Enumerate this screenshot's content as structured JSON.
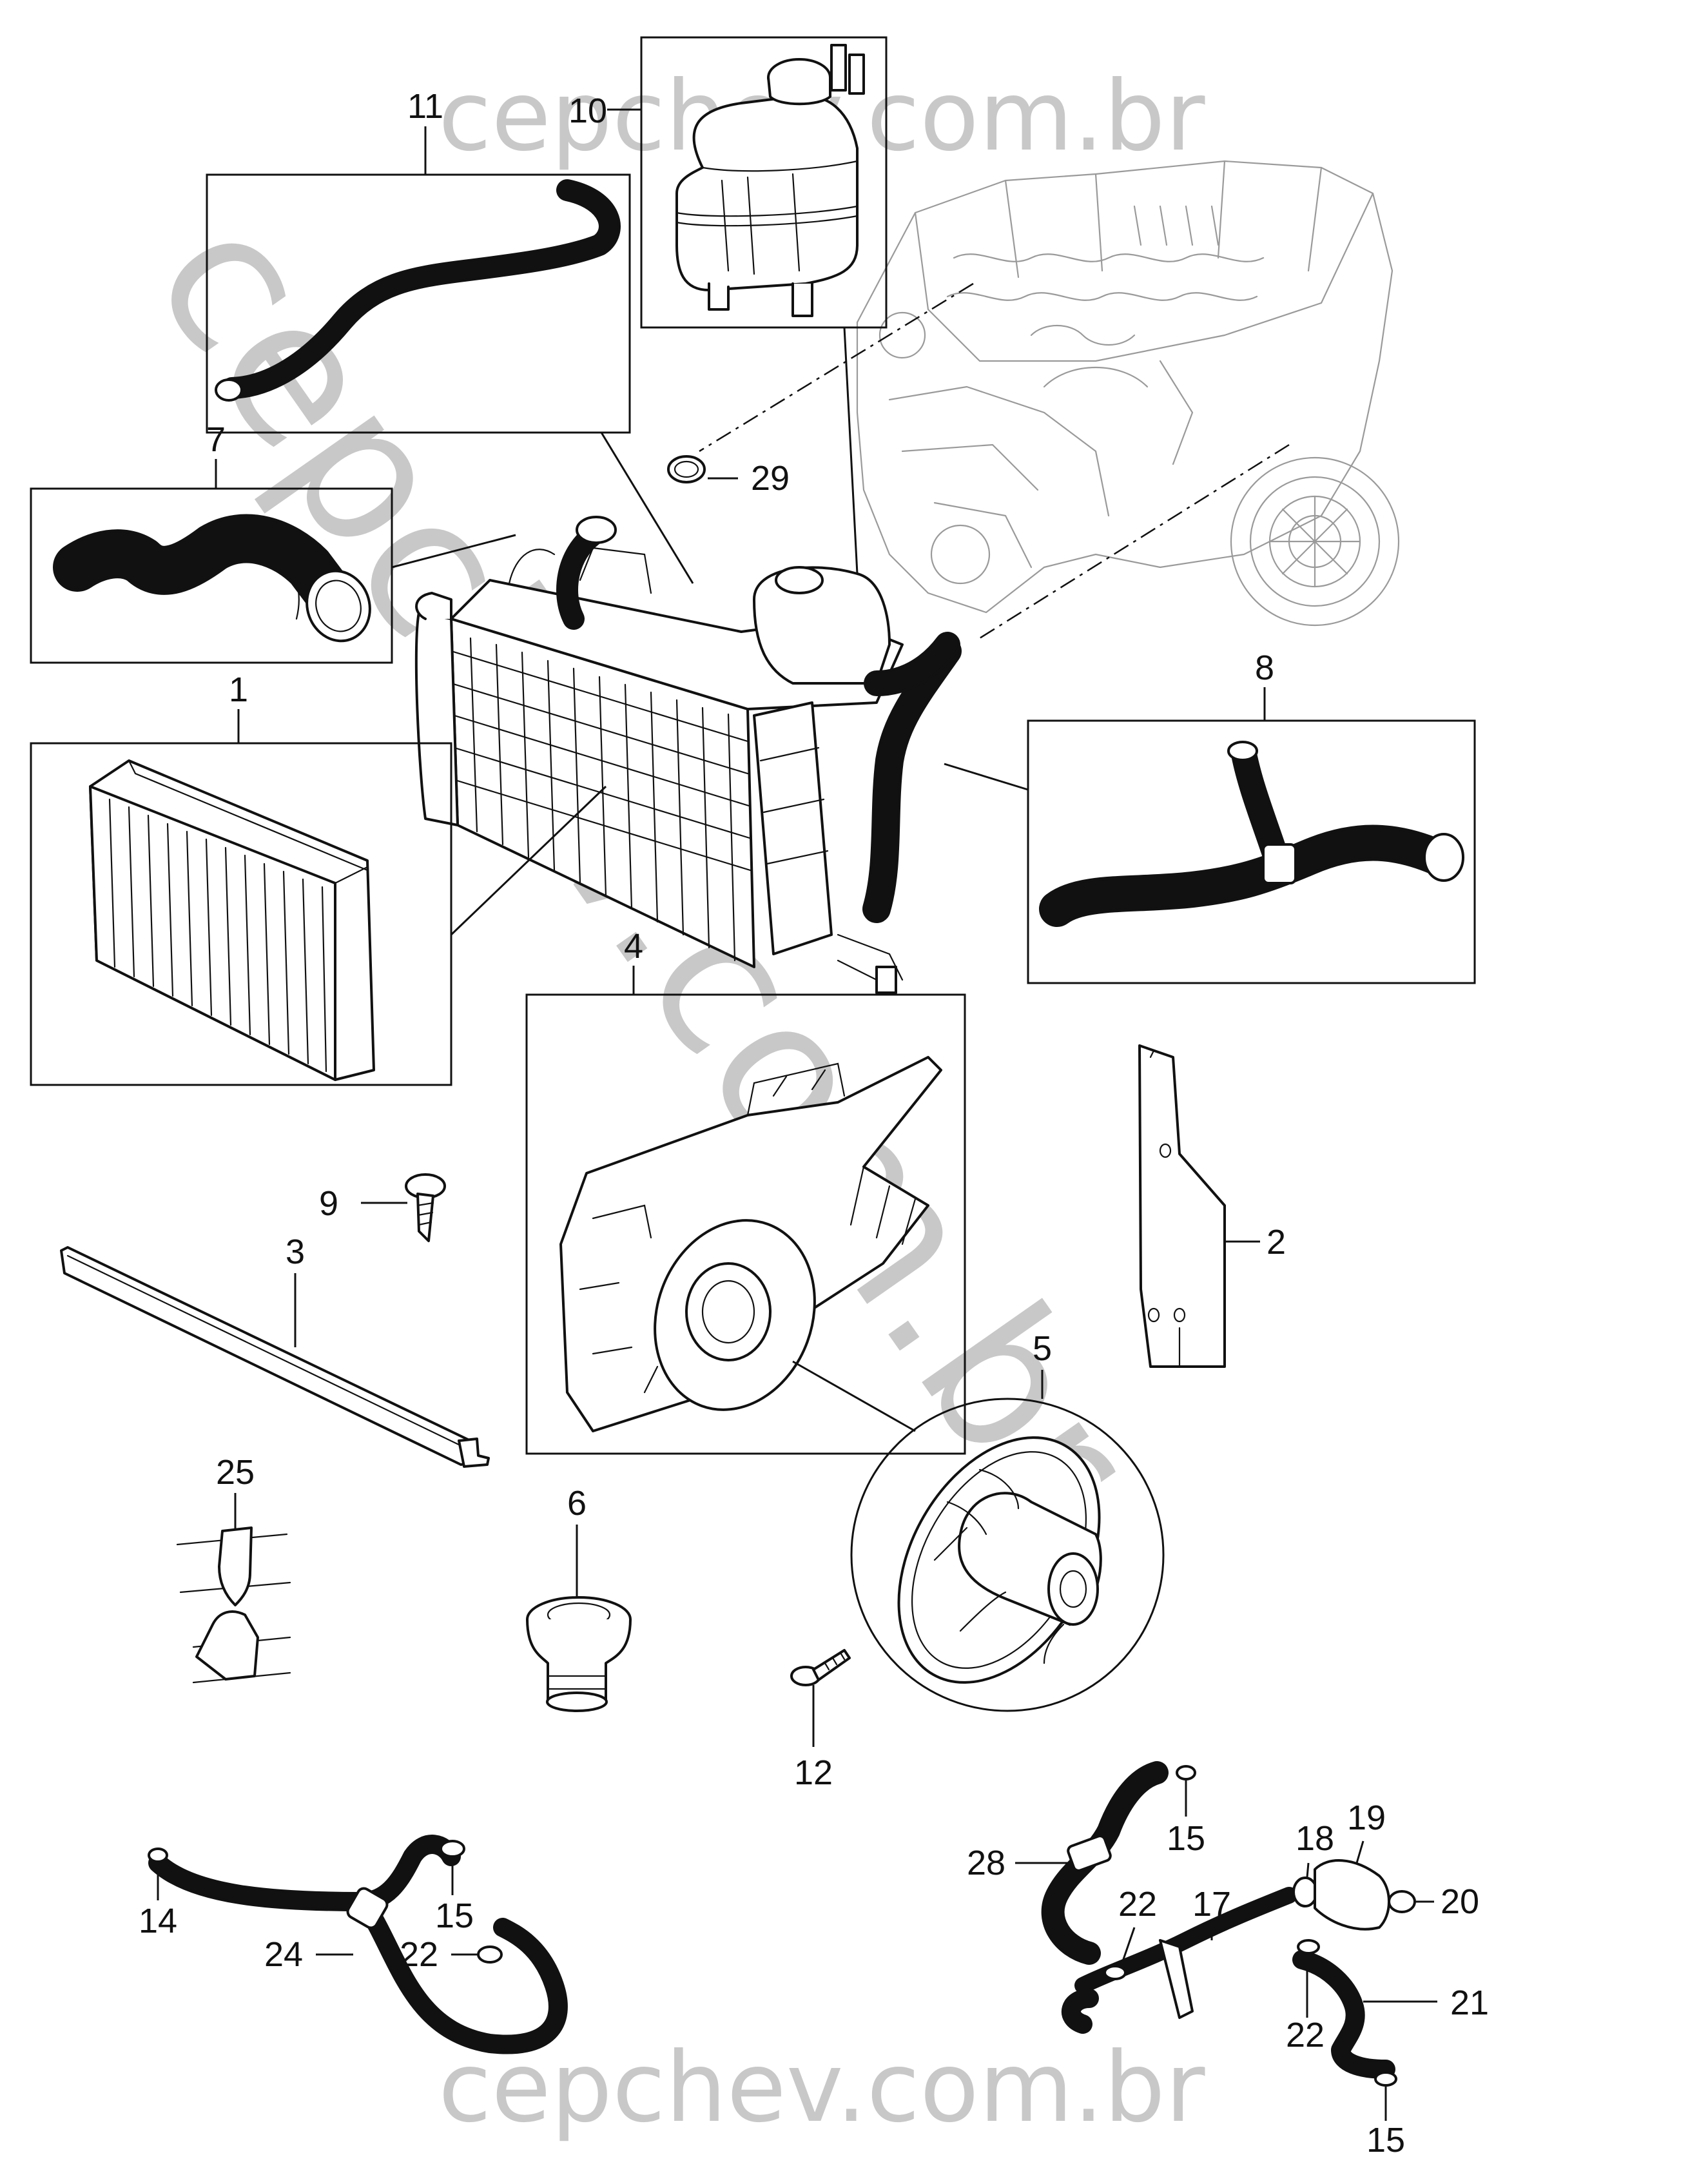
{
  "watermark": {
    "top": "cepchev.com.br",
    "bottom": "cepchev.com.br",
    "diagonal": "cepchev.com.br"
  },
  "callouts": {
    "p1": "1",
    "p2": "2",
    "p3": "3",
    "p4": "4",
    "p5": "5",
    "p6": "6",
    "p7": "7",
    "p8": "8",
    "p9": "9",
    "p10": "10",
    "p11": "11",
    "p12": "12",
    "p14": "14",
    "p15a": "15",
    "p15b": "15",
    "p15c": "15",
    "p17": "17",
    "p18": "18",
    "p19": "19",
    "p20": "20",
    "p21": "21",
    "p22a": "22",
    "p22b": "22",
    "p22c": "22",
    "p24": "24",
    "p25": "25",
    "p28": "28",
    "p29": "29"
  }
}
